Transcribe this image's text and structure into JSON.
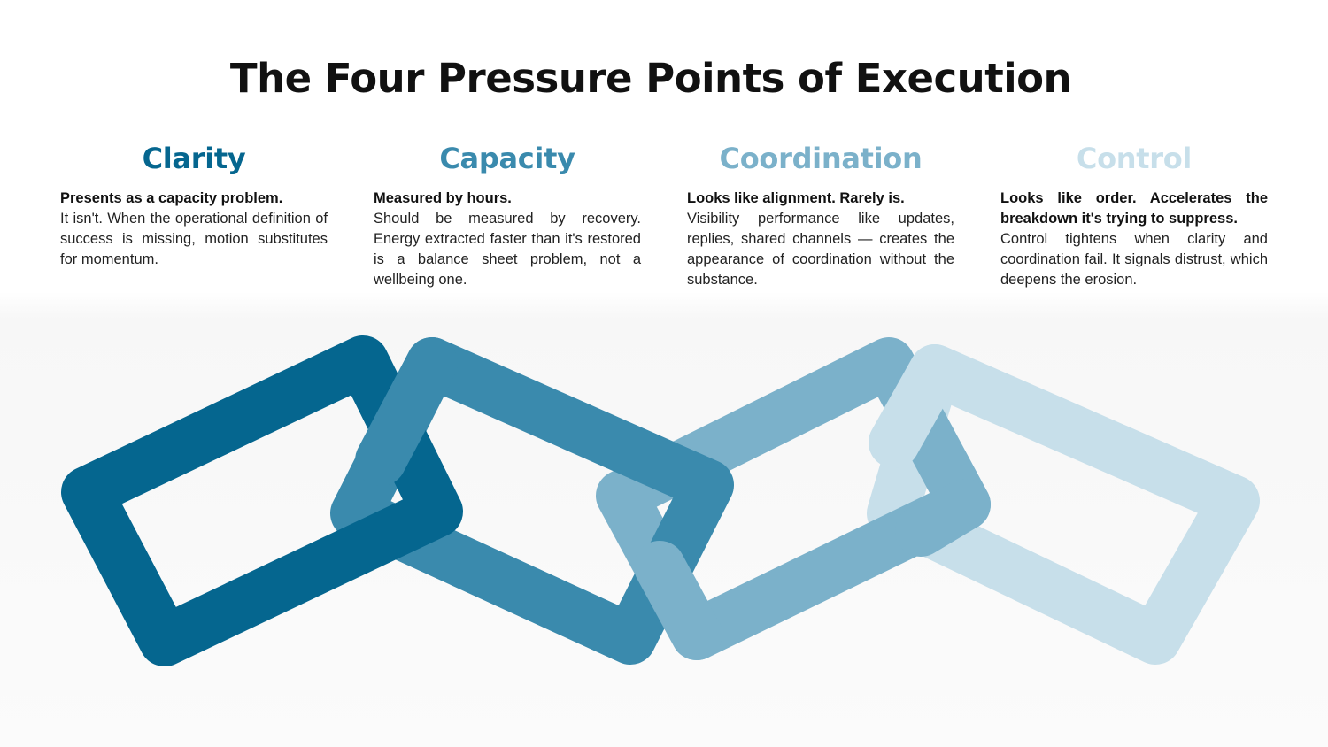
{
  "title": "The Four Pressure Points of Execution",
  "columns": [
    {
      "heading": "Clarity",
      "color": "#05668f",
      "lead": "Presents as a capacity problem.",
      "body": "It isn't. When the operational definition of success is missing, motion substitutes for momentum."
    },
    {
      "heading": "Capacity",
      "color": "#3a8aad",
      "lead": "Measured by hours.",
      "body": "Should be measured by recovery. Energy extracted faster than it's restored is a balance sheet problem, not a wellbeing one."
    },
    {
      "heading": "Coordination",
      "color": "#7bb1ca",
      "lead": "Looks like alignment. Rarely is.",
      "body": "Visibility performance like updates, replies, shared channels — creates the appearance of coordination without the substance."
    },
    {
      "heading": "Control",
      "color": "#c7dfea",
      "lead": "Looks like order. Accelerates the breakdown it's trying to suppress.",
      "body": "Control tightens when clarity and coordination fail. It signals distrust, which deepens the erosion."
    }
  ]
}
